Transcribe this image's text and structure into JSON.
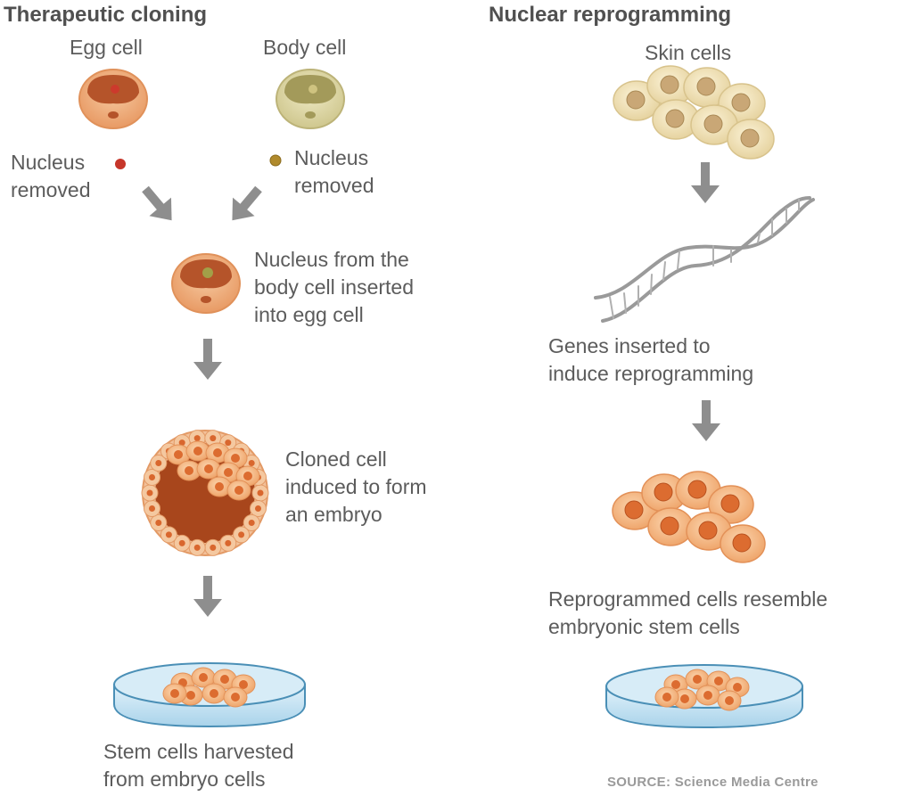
{
  "left": {
    "title": "Therapeutic cloning",
    "egg_label": "Egg cell",
    "body_label": "Body cell",
    "nucleus_removed_left": "Nucleus\nremoved",
    "nucleus_removed_right": "Nucleus\nremoved",
    "inserted": "Nucleus from the\nbody cell inserted\ninto egg cell",
    "cloned": "Cloned cell\ninduced to form\nan embryo",
    "harvested": "Stem cells harvested\nfrom embryo cells"
  },
  "right": {
    "title": "Nuclear reprogramming",
    "skin_label": "Skin cells",
    "genes": "Genes inserted to\ninduce reprogramming",
    "resemble": "Reprogrammed cells resemble\nembryonic stem cells"
  },
  "source": "SOURCE: Science Media Centre",
  "colors": {
    "egg_cell": "#e89a64",
    "egg_inner": "#b5542a",
    "body_cell": "#cfc78e",
    "skin_cell": "#ecdcae",
    "stem_cell": "#f2b27c",
    "stem_nucleus": "#d9672e",
    "arrow": "#8e8e8e",
    "dish": "#c4e2f2"
  }
}
